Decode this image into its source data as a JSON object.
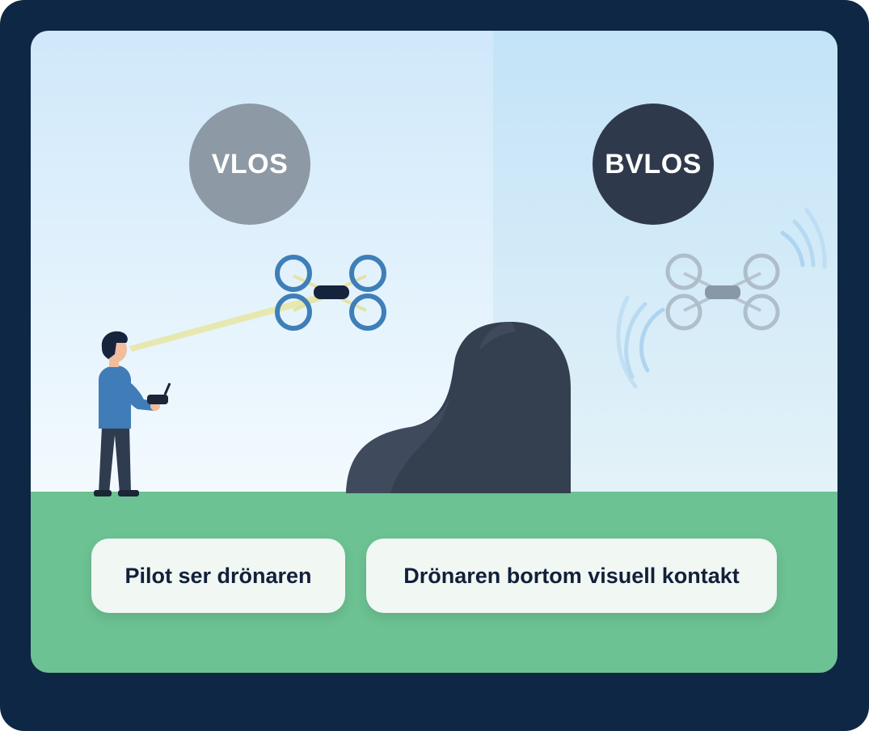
{
  "left": {
    "badge": "VLOS",
    "caption": "Pilot ser drönaren"
  },
  "right": {
    "badge": "BVLOS",
    "caption": "Drönaren bortom visuell kontakt"
  },
  "colors": {
    "frame": "#0e2745",
    "sky_top": "#cfe8fa",
    "sky_bottom": "#f3fafe",
    "ground": "#6cc293",
    "vlos_badge": "#8d99a4",
    "bvlos_badge": "#2e3a4c",
    "drone_visible": "#3f7fb8",
    "drone_faded": "#a9b6c4",
    "obstacle": "#343f50",
    "sight_line": "#e7e7a6",
    "signal_waves": "#a9d2ee",
    "pilot_shirt": "#3f7cb8"
  },
  "icons": [
    "person-icon",
    "remote-controller-icon",
    "drone-icon",
    "signal-waves-icon",
    "obstacle-hill-icon"
  ]
}
